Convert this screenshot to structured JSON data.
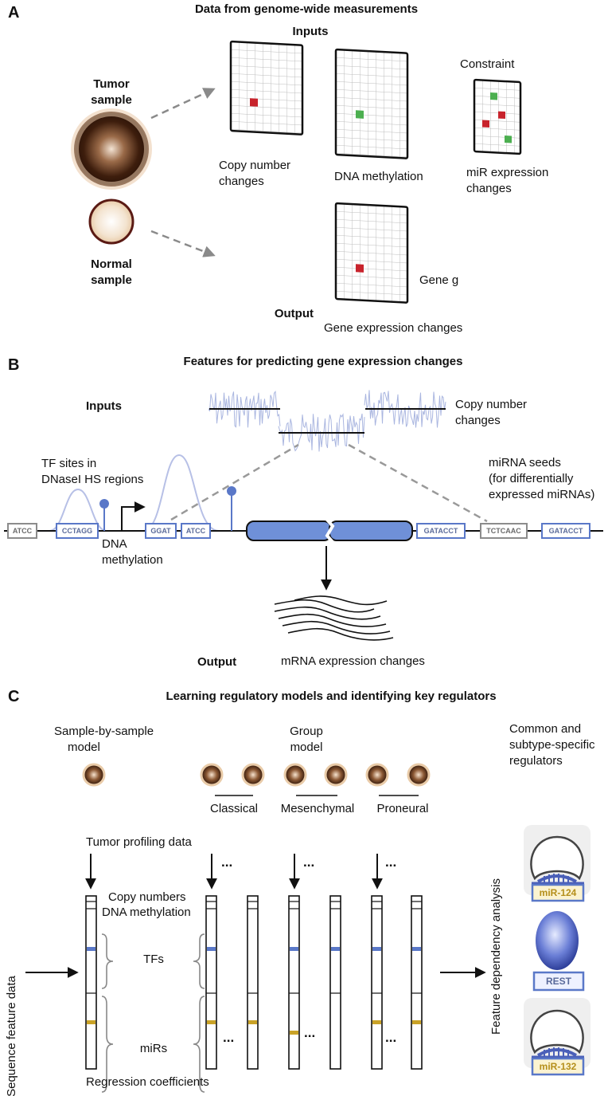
{
  "panelA": {
    "letter": "A",
    "title": "Data from genome-wide measurements",
    "inputs_label": "Inputs",
    "tumor_label_1": "Tumor",
    "tumor_label_2": "sample",
    "normal_label_1": "Normal",
    "normal_label_2": "sample",
    "cnv_label_1": "Copy number",
    "cnv_label_2": "changes",
    "meth_label": "DNA methylation",
    "constraint_label": "Constraint",
    "mir_label_1": "miR expression",
    "mir_label_2": "changes",
    "gene_label": "Gene g",
    "output_label": "Output",
    "gex_label": "Gene expression changes"
  },
  "panelB": {
    "letter": "B",
    "title": "Features for predicting gene expression changes",
    "inputs_label": "Inputs",
    "cnv_label_1": "Copy number",
    "cnv_label_2": "changes",
    "tf_label_1": "TF sites in",
    "tf_label_2": "DNaseI HS regions",
    "mirna_label_1": "miRNA seeds",
    "mirna_label_2": "(for differentially",
    "mirna_label_3": "expressed miRNAs)",
    "meth_label_1": "DNA",
    "meth_label_2": "methylation",
    "output_label": "Output",
    "mrna_label": "mRNA expression changes",
    "seq_1": "ATCC",
    "seq_2": "CCTAGG",
    "seq_3": "GGAT",
    "seq_4": "ATCC",
    "seq_5": "GATACCT",
    "seq_6": "TCTCAAC",
    "seq_7": "GATACCT"
  },
  "panelC": {
    "letter": "C",
    "title": "Learning regulatory models and identifying key regulators",
    "sbs_label_1": "Sample-by-sample",
    "sbs_label_2": "model",
    "group_label_1": "Group",
    "group_label_2": "model",
    "common_label_1": "Common and",
    "common_label_2": "subtype-specific",
    "common_label_3": "regulators",
    "classical": "Classical",
    "mesenchymal": "Mesenchymal",
    "proneural": "Proneural",
    "tumor_profiling": "Tumor profiling data",
    "copy_numbers": "Copy numbers",
    "dna_meth": "DNA methylation",
    "tfs": "TFs",
    "mirs": "miRs",
    "sequence_feature": "Sequence feature data",
    "feature_dep": "Feature dependency analysis",
    "regression": "Regression coefficients",
    "dots": "...",
    "mir124": "miR-124",
    "rest": "REST",
    "mir132": "miR-132"
  },
  "colors": {
    "red_cell": "#c8232c",
    "green_cell": "#4caf50",
    "tf_blue": "#5a78c8",
    "mir_gold": "#c9a227",
    "tumor_brown": "#6b3a1f",
    "signal_blue": "#aab6e0"
  }
}
